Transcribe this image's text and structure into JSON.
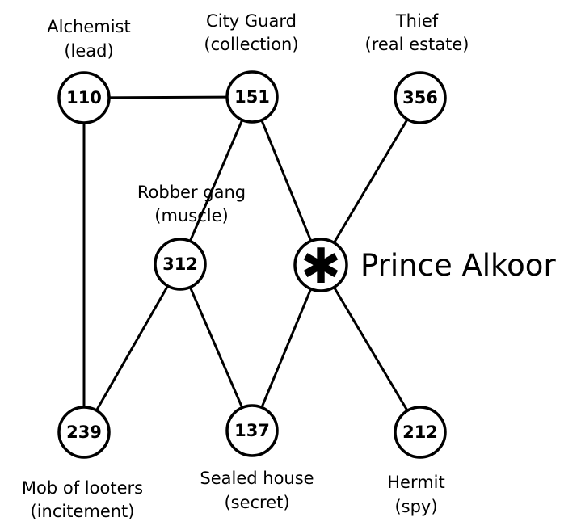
{
  "center": {
    "name": "Prince Alkoor",
    "symbol": "✱"
  },
  "nodes": {
    "alchemist": {
      "number": "110",
      "label_line1": "Alchemist",
      "label_line2": "(lead)"
    },
    "city_guard": {
      "number": "151",
      "label_line1": "City Guard",
      "label_line2": "(collection)"
    },
    "thief": {
      "number": "356",
      "label_line1": "Thief",
      "label_line2": "(real estate)"
    },
    "robber_gang": {
      "number": "312",
      "label_line1": "Robber gang",
      "label_line2": "(muscle)"
    },
    "mob": {
      "number": "239",
      "label_line1": "Mob of looters",
      "label_line2": "(incitement)"
    },
    "sealed_house": {
      "number": "137",
      "label_line1": "Sealed house",
      "label_line2": "(secret)"
    },
    "hermit": {
      "number": "212",
      "label_line1": "Hermit",
      "label_line2": "(spy)"
    }
  },
  "edges": [
    [
      "alchemist",
      "city_guard"
    ],
    [
      "alchemist",
      "mob"
    ],
    [
      "city_guard",
      "robber_gang"
    ],
    [
      "city_guard",
      "center"
    ],
    [
      "thief",
      "center"
    ],
    [
      "robber_gang",
      "mob"
    ],
    [
      "robber_gang",
      "sealed_house"
    ],
    [
      "center",
      "sealed_house"
    ],
    [
      "center",
      "hermit"
    ]
  ]
}
